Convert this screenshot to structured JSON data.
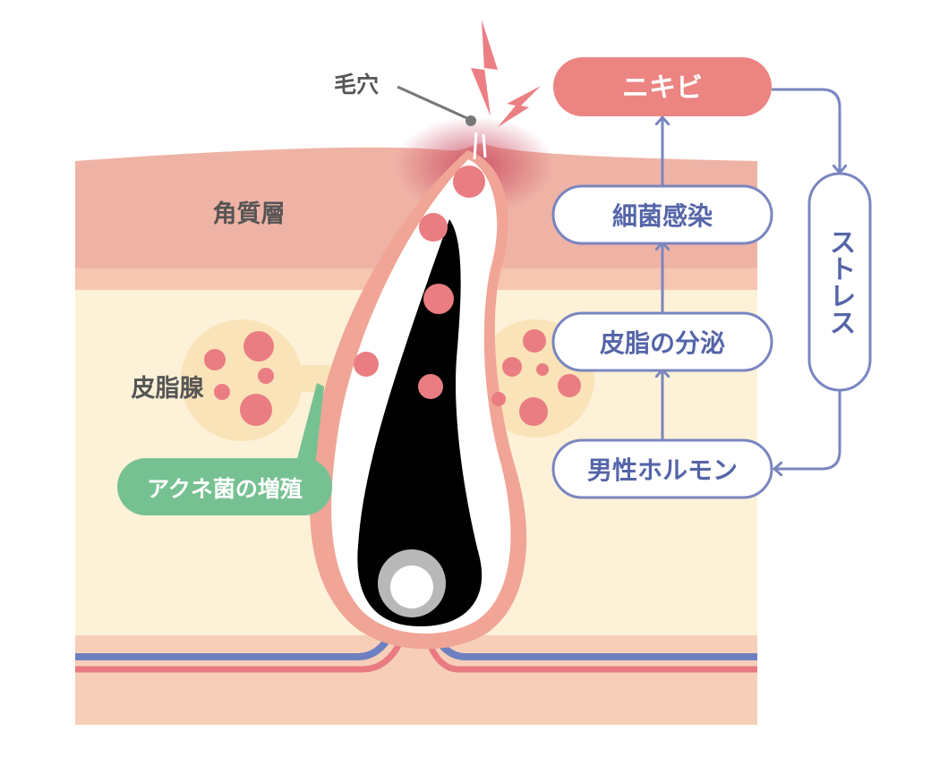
{
  "labels": {
    "pore": "毛穴",
    "stratum_corneum": "角質層",
    "sebaceous_gland": "皮脂腺",
    "acne_bacteria": "アクネ菌の増殖"
  },
  "flow": {
    "acne": "ニキビ",
    "infection": "細菌感染",
    "sebum": "皮脂の分泌",
    "hormone": "男性ホルモン",
    "stress": "ストレス"
  },
  "colors": {
    "skin_top": "#efb3a5",
    "skin_band": "#f6c9b4",
    "dermis": "#fdf1d8",
    "gland": "#fae3b8",
    "dots": "#ea7d82",
    "hair": "#000000",
    "acne_box": "#ec8482",
    "flow_line": "#7a86bf",
    "bacteria_box": "#76c192",
    "vein": "#6e80c2",
    "artery": "#ea7a82",
    "label_text": "#555555"
  }
}
